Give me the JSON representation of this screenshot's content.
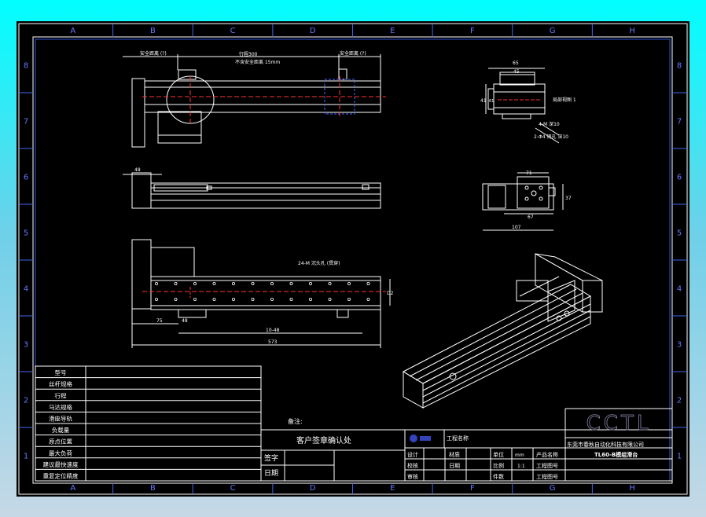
{
  "grid": {
    "columns": [
      "A",
      "B",
      "C",
      "D",
      "E",
      "F",
      "G",
      "H"
    ],
    "rows": [
      "8",
      "7",
      "6",
      "5",
      "4",
      "3",
      "2",
      "1"
    ]
  },
  "views": {
    "top": {
      "dim_left": "安全距离 (?)",
      "dim_travel": "行程300",
      "dim_note": "不含安全距离 15mm",
      "dim_right": "安全距离 (?)"
    },
    "side": {
      "dim_left": "48"
    },
    "bottom": {
      "dim_left": "75",
      "dim_mid": "48",
      "dim_inner": "10-48",
      "dim_total": "573",
      "dim_height": "D2",
      "hole_note": "24-M 沉头孔 (贯穿)"
    },
    "end_top": {
      "dim_top": "65",
      "dim_top2": "45",
      "dim_height": "41",
      "dim_height2": "61",
      "label": "局部视图 1",
      "hole_note1": "4-M 深10",
      "hole_note2": "2-Φ4 销孔 深10"
    },
    "end_bottom": {
      "dim_top": "71",
      "dim_side": "37",
      "dim_inner": "67",
      "dim_total": "107"
    }
  },
  "spec_table": {
    "rows": [
      "型号",
      "丝杆规格",
      "行程",
      "马达规格",
      "滑座导轨",
      "负载量",
      "原点位置",
      "最大负荷",
      "建议最快速度",
      "重复定位精度"
    ]
  },
  "confirm": {
    "remark_label": "备注:",
    "title": "客户签章确认处",
    "sign_label": "签字",
    "date_label": "日期"
  },
  "title_block": {
    "logo": "CCTL",
    "company": "东莞市春秋自动化科技有限公司",
    "product": "TL60-B模组滑台",
    "drawing_name_label": "工程名称",
    "design_label": "设计",
    "check_label": "校核",
    "audit_label": "审核",
    "material_label": "材质",
    "date_label": "日期",
    "unit_label": "单位",
    "unit_value": "mm",
    "scale_label": "比例",
    "scale_value": "1:1",
    "qty_label": "件数",
    "product_name_label": "产品名称",
    "drawing_no_label": "工程图号",
    "project_no_label": "工程图号"
  }
}
